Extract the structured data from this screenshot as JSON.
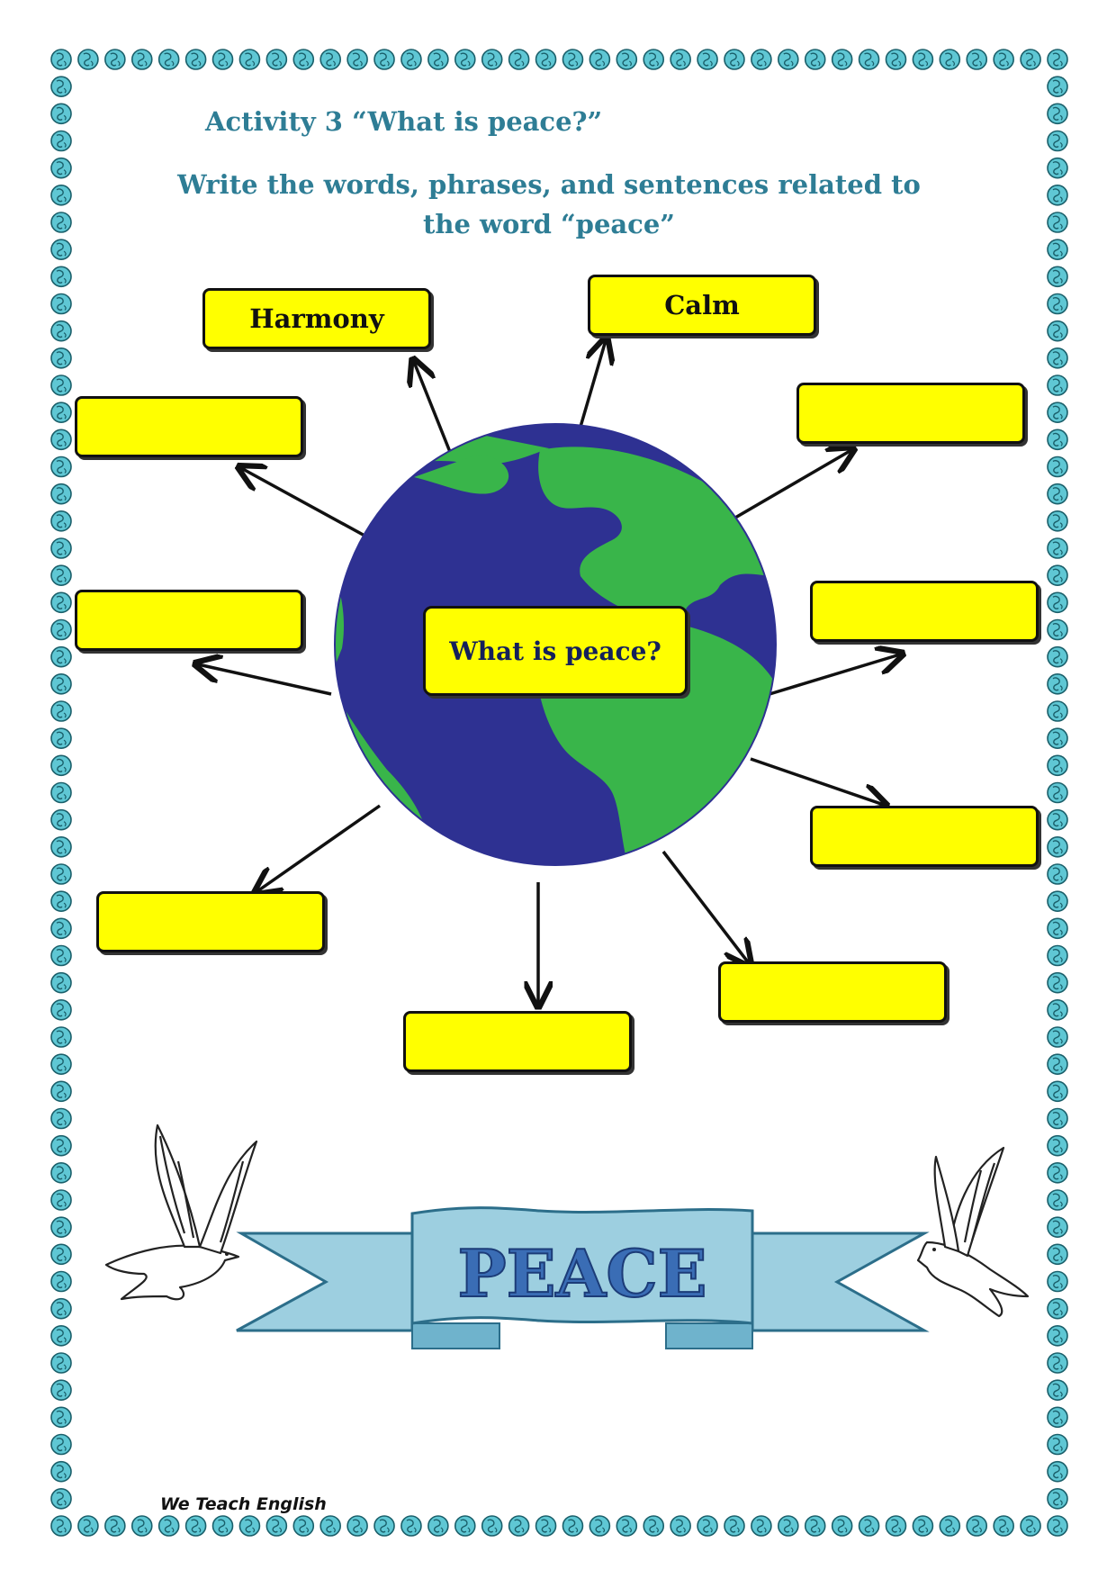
{
  "activity": {
    "title": "Activity 3   “What is peace?”",
    "instruction_line1": "Write the words, phrases, and sentences related to",
    "instruction_line2": "the word “peace”"
  },
  "center": {
    "label": "What is peace?"
  },
  "boxes": [
    {
      "label": "Harmony"
    },
    {
      "label": "Calm"
    },
    {
      "label": ""
    },
    {
      "label": ""
    },
    {
      "label": ""
    },
    {
      "label": ""
    },
    {
      "label": ""
    },
    {
      "label": ""
    },
    {
      "label": ""
    },
    {
      "label": ""
    }
  ],
  "banner": {
    "text": "PEACE"
  },
  "footer": {
    "text": "We Teach English"
  },
  "colors": {
    "heading": "#2e7d95",
    "box_fill": "#ffff00",
    "ocean": "#2e3192",
    "land": "#39b54a",
    "banner": "#9dcfe0",
    "border_globe": "#5fc7d4"
  },
  "icons": [
    "globe-icon",
    "dove-icon"
  ]
}
